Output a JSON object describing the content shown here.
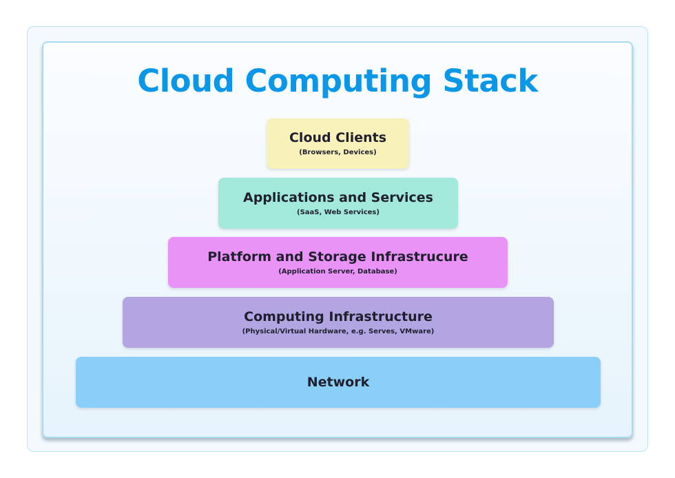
{
  "title": "Cloud Computing Stack",
  "layers": [
    {
      "name": "Cloud Clients",
      "subtitle": "(Browsers, Devices)",
      "color": "#f8f1b9"
    },
    {
      "name": "Applications and Services",
      "subtitle": "(SaaS, Web Services)",
      "color": "#a2e9dc"
    },
    {
      "name": "Platform and Storage Infrastrucure",
      "subtitle": "(Application Server, Database)",
      "color": "#ea93f7"
    },
    {
      "name": "Computing Infrastructure",
      "subtitle": "(Physical/Virtual Hardware, e.g. Serves, VMware)",
      "color": "#b2a5e2"
    },
    {
      "name": "Network",
      "subtitle": "",
      "color": "#8acff7"
    }
  ],
  "colors": {
    "title": "#0a97e8",
    "card_border": "#a6dbf2",
    "text": "#1f1f2e"
  }
}
